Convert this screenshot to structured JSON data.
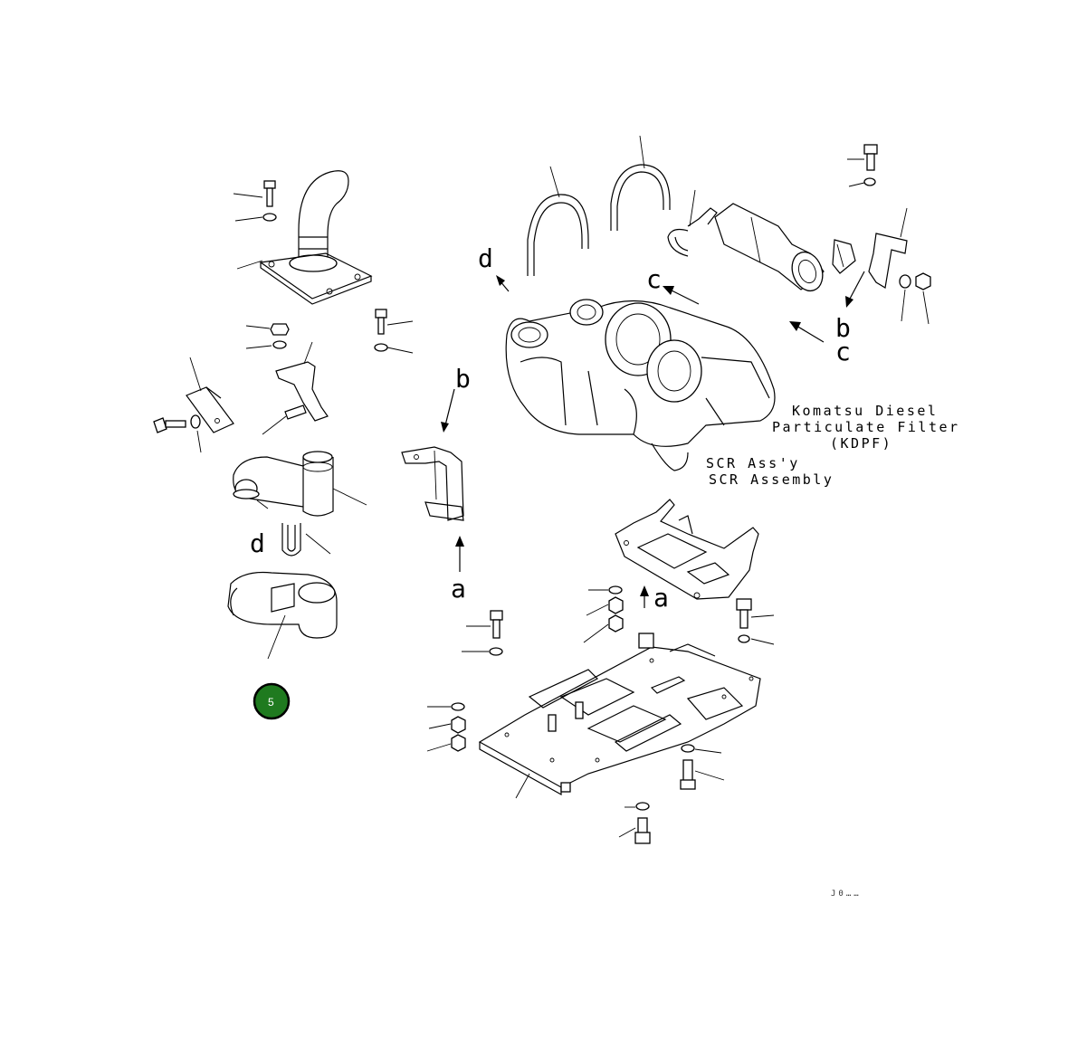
{
  "labels": {
    "d_top": "d",
    "c_top": "c",
    "b_right": "b",
    "c_right": "c",
    "b_mid": "b",
    "a_mid": "a",
    "d_left": "d",
    "a_right": "a"
  },
  "captions": {
    "kdpf_line1": "Komatsu Diesel",
    "kdpf_line2": "Particulate Filter",
    "kdpf_line3": "(KDPF)",
    "scr_line1": "SCR Ass'y",
    "scr_line2": "SCR Assembly"
  },
  "drawing_code": "J0……",
  "callout": {
    "number": "5",
    "color": "#1f7a1f"
  }
}
